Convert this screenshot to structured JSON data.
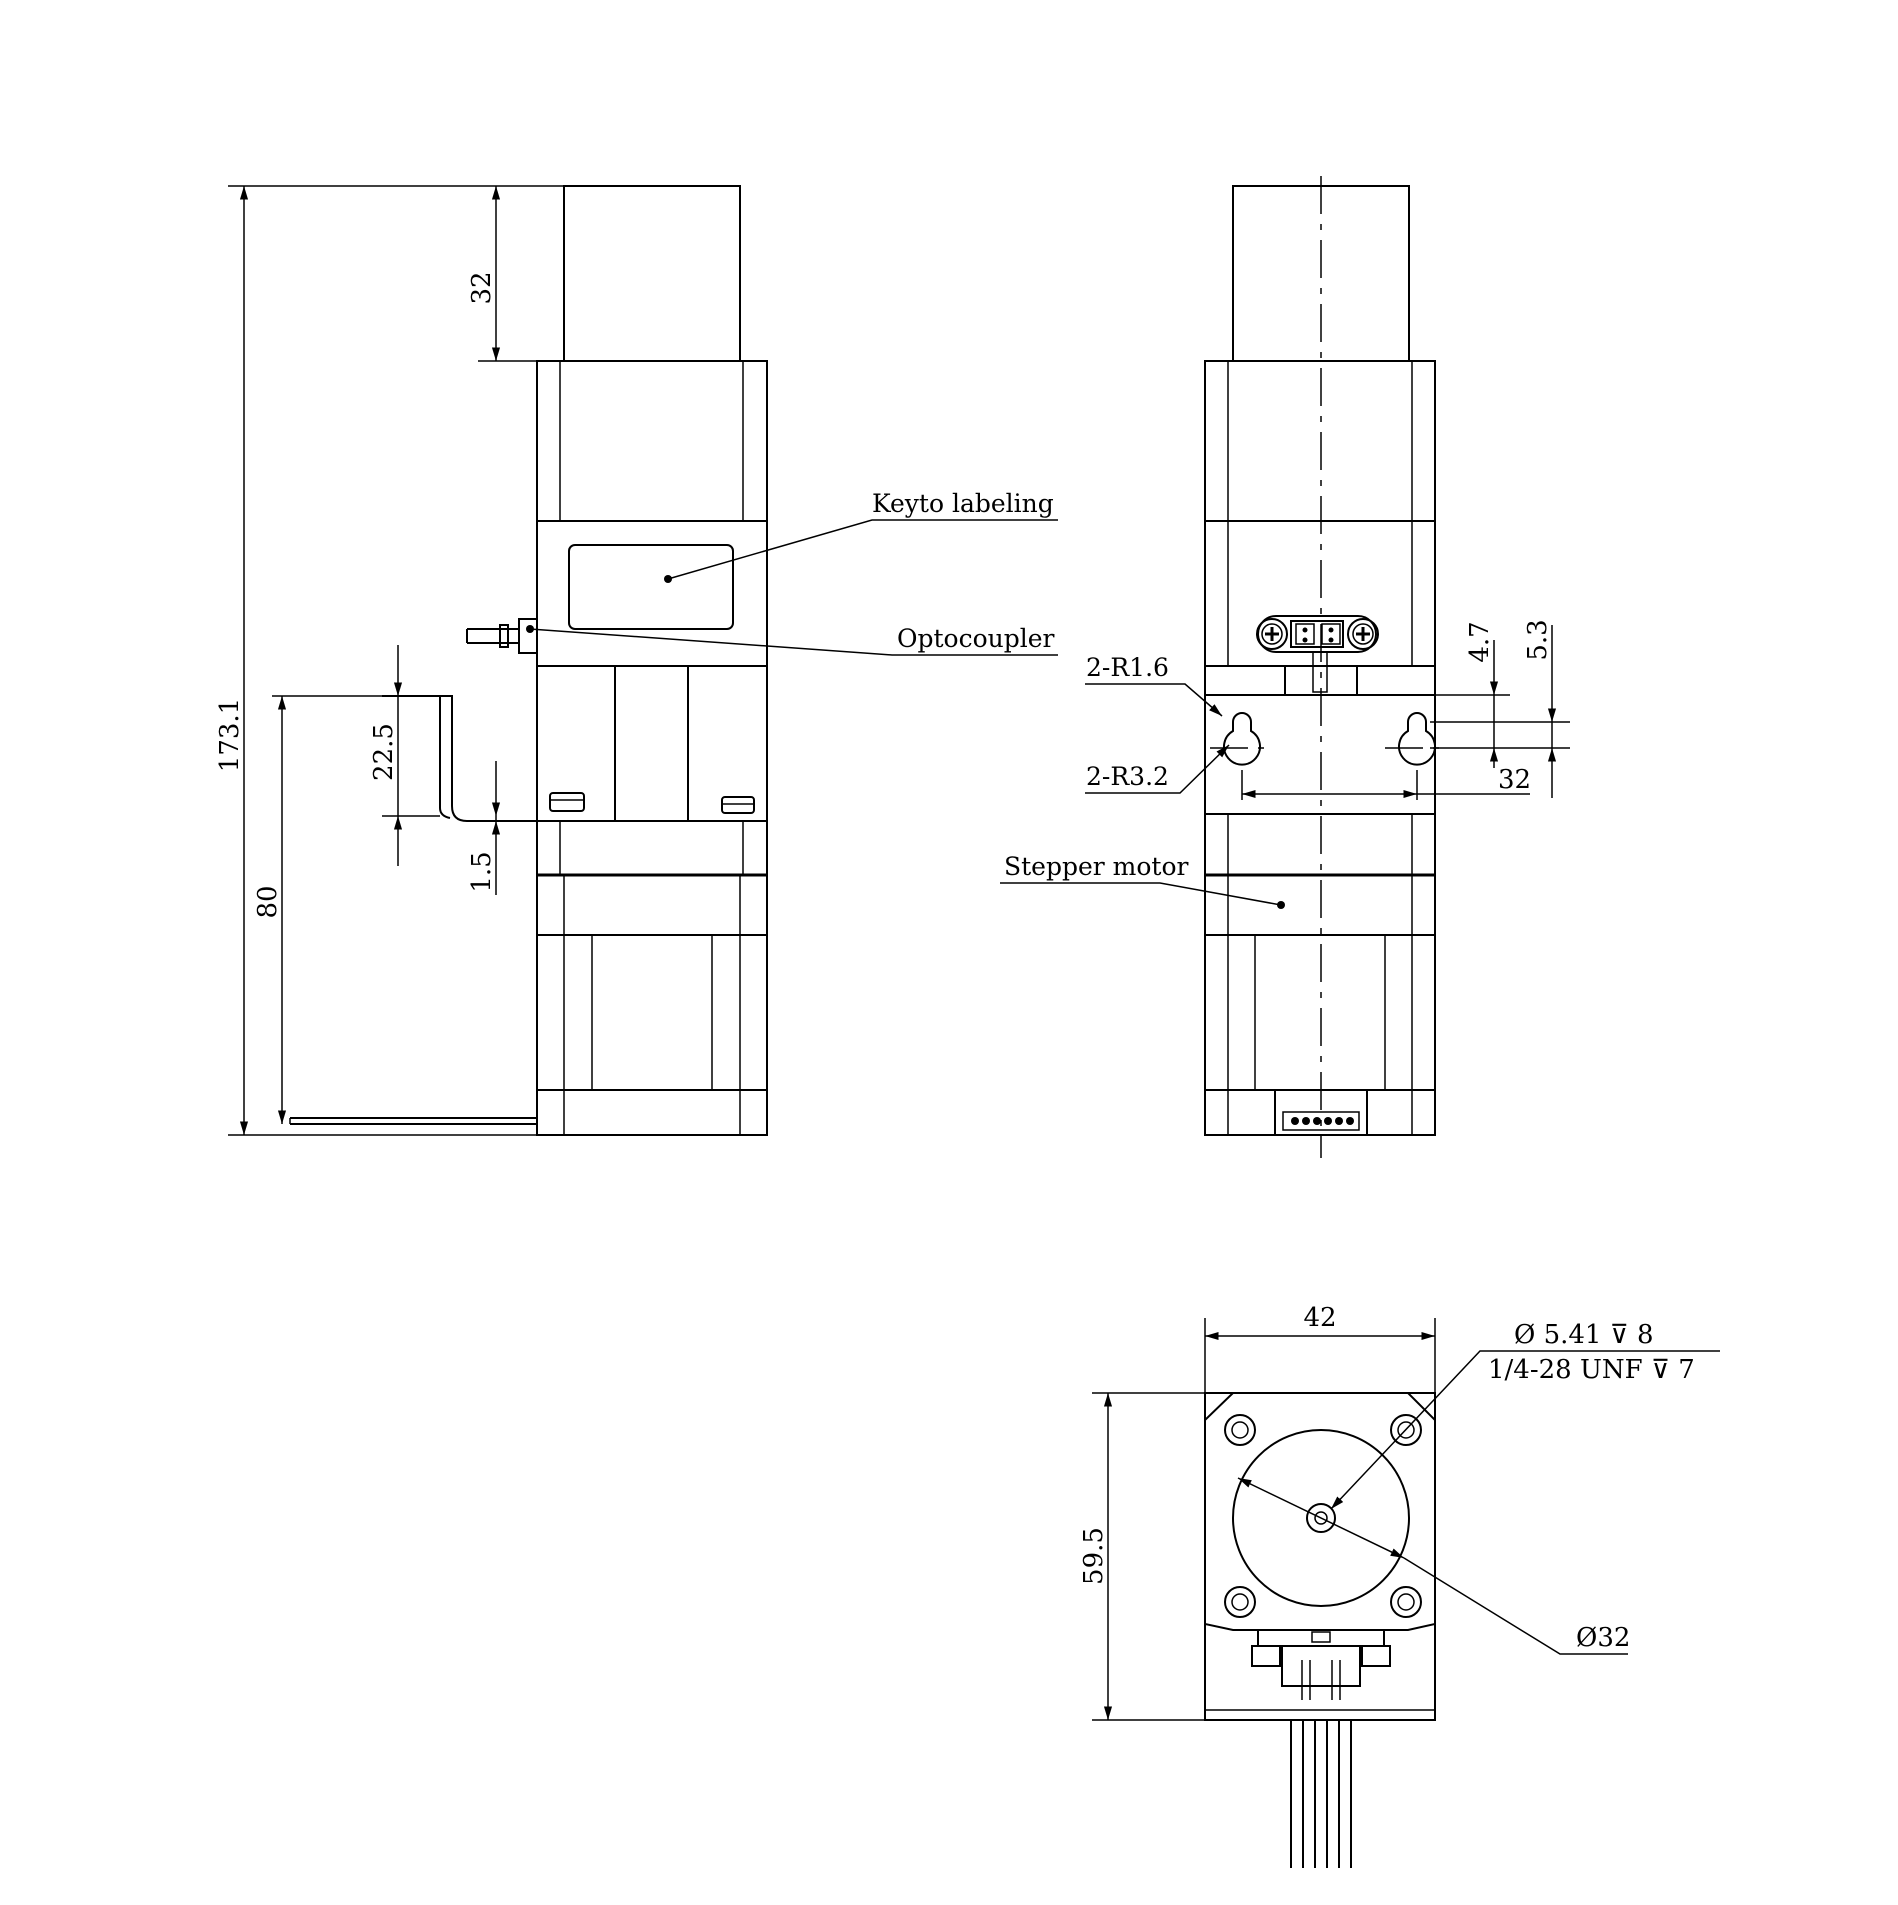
{
  "callouts": {
    "keyto_labeling": "Keyto labeling",
    "optocoupler": "Optocoupler",
    "stepper_motor": "Stepper motor",
    "r16": "2-R1.6",
    "r32": "2-R3.2"
  },
  "dimensions": {
    "side_total_height": "173.1",
    "side_top_height": "32",
    "side_bottom_height": "80",
    "bracket_height": "22.5",
    "bracket_thickness": "1.5",
    "front_slot_pitch": "32",
    "front_offset_a": "4.7",
    "front_offset_b": "5.3",
    "bottom_width": "42",
    "bottom_height": "59.5",
    "hole_line1": "Ø 5.41 ⊽ 8",
    "hole_line2": "1/4-28 UNF  ⊽ 7",
    "bore_diameter": "Ø32"
  }
}
